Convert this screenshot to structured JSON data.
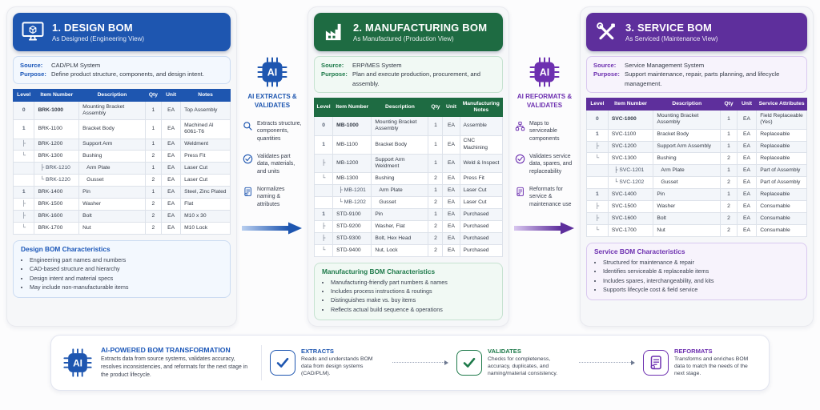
{
  "colors": {
    "design_blue": "#1e56b0",
    "manufacturing_green": "#1e6b42",
    "service_purple": "#5e2f9c",
    "validates_green": "#1e7a4a",
    "reformats_purple": "#6d30b0"
  },
  "panels": [
    {
      "icon": "monitor-cad-icon",
      "title": "1. DESIGN BOM",
      "subtitle": "As Designed (Engineering View)",
      "source_label": "Source:",
      "source": "CAD/PLM System",
      "purpose_label": "Purpose:",
      "purpose": "Define product structure, components, and design intent.",
      "table": {
        "headers": [
          "Level",
          "Item Number",
          "Description",
          "Qty",
          "Unit",
          "Notes"
        ],
        "rows": [
          {
            "cells": [
              "0",
              "BRK-1000",
              "Mounting Bracket Assembly",
              "1",
              "EA",
              "Top Assembly"
            ],
            "bold": true
          },
          {
            "cells": [
              "1",
              "BRK-1100",
              "Bracket Body",
              "1",
              "EA",
              "Machined Al 6061-T6"
            ]
          },
          {
            "cells": [
              "├",
              "BRK-1200",
              "Support Arm",
              "1",
              "EA",
              "Weldment"
            ]
          },
          {
            "cells": [
              "└",
              "BRK-1300",
              "Bushing",
              "2",
              "EA",
              "Press Fit"
            ]
          },
          {
            "cells": [
              "",
              "├ BRK-1210",
              "Arm Plate",
              "1",
              "EA",
              "Laser Cut"
            ],
            "sub": true
          },
          {
            "cells": [
              "",
              "└ BRK-1220",
              "Gusset",
              "2",
              "EA",
              "Laser Cut"
            ],
            "sub": true
          },
          {
            "cells": [
              "1",
              "BRK-1400",
              "Pin",
              "1",
              "EA",
              "Steel, Zinc Plated"
            ]
          },
          {
            "cells": [
              "├",
              "BRK-1500",
              "Washer",
              "2",
              "EA",
              "Flat"
            ]
          },
          {
            "cells": [
              "├",
              "BRK-1600",
              "Bolt",
              "2",
              "EA",
              "M10 x 30"
            ]
          },
          {
            "cells": [
              "└",
              "BRK-1700",
              "Nut",
              "2",
              "EA",
              "M10 Lock"
            ]
          }
        ]
      },
      "characteristics_title": "Design BOM Characteristics",
      "characteristics": [
        "Engineering part names and numbers",
        "CAD-based structure and hierarchy",
        "Design intent and material specs",
        "May include non-manufacturable items"
      ]
    },
    {
      "icon": "factory-icon",
      "title": "2. MANUFACTURING BOM",
      "subtitle": "As Manufactured (Production View)",
      "source_label": "Source:",
      "source": "ERP/MES System",
      "purpose_label": "Purpose:",
      "purpose": "Plan and execute production, procurement, and assembly.",
      "table": {
        "headers": [
          "Level",
          "Item Number",
          "Description",
          "Qty",
          "Unit",
          "Manufacturing Notes"
        ],
        "rows": [
          {
            "cells": [
              "0",
              "MB-1000",
              "Mounting Bracket Assembly",
              "1",
              "EA",
              "Assemble"
            ],
            "bold": true
          },
          {
            "cells": [
              "1",
              "MB-1100",
              "Bracket Body",
              "1",
              "EA",
              "CNC Machining"
            ]
          },
          {
            "cells": [
              "├",
              "MB-1200",
              "Support Arm Weldment",
              "1",
              "EA",
              "Weld & Inspect"
            ]
          },
          {
            "cells": [
              "└",
              "MB-1300",
              "Bushing",
              "2",
              "EA",
              "Press Fit"
            ]
          },
          {
            "cells": [
              "",
              "├ MB-1201",
              "Arm Plate",
              "1",
              "EA",
              "Laser Cut"
            ],
            "sub": true
          },
          {
            "cells": [
              "",
              "└ MB-1202",
              "Gusset",
              "2",
              "EA",
              "Laser Cut"
            ],
            "sub": true
          },
          {
            "cells": [
              "1",
              "STD-9100",
              "Pin",
              "1",
              "EA",
              "Purchased"
            ]
          },
          {
            "cells": [
              "├",
              "STD-9200",
              "Washer, Flat",
              "2",
              "EA",
              "Purchased"
            ]
          },
          {
            "cells": [
              "├",
              "STD-9300",
              "Bolt, Hex Head",
              "2",
              "EA",
              "Purchased"
            ]
          },
          {
            "cells": [
              "└",
              "STD-9400",
              "Nut, Lock",
              "2",
              "EA",
              "Purchased"
            ]
          }
        ]
      },
      "characteristics_title": "Manufacturing BOM Characteristics",
      "characteristics": [
        "Manufacturing-friendly part numbers & names",
        "Includes process instructions & routings",
        "Distinguishes make vs. buy items",
        "Reflects actual build sequence & operations"
      ]
    },
    {
      "icon": "tools-icon",
      "title": "3. SERVICE BOM",
      "subtitle": "As Serviced (Maintenance View)",
      "source_label": "Source:",
      "source": "Service Management System",
      "purpose_label": "Purpose:",
      "purpose": "Support maintenance, repair, parts planning, and lifecycle management.",
      "table": {
        "headers": [
          "Level",
          "Item Number",
          "Description",
          "Qty",
          "Unit",
          "Service Attributes"
        ],
        "rows": [
          {
            "cells": [
              "0",
              "SVC-1000",
              "Mounting Bracket Assembly",
              "1",
              "EA",
              "Field Replaceable (Yes)"
            ],
            "bold": true
          },
          {
            "cells": [
              "1",
              "SVC-1100",
              "Bracket Body",
              "1",
              "EA",
              "Replaceable"
            ]
          },
          {
            "cells": [
              "├",
              "SVC-1200",
              "Support Arm Assembly",
              "1",
              "EA",
              "Replaceable"
            ]
          },
          {
            "cells": [
              "└",
              "SVC-1300",
              "Bushing",
              "2",
              "EA",
              "Replaceable"
            ]
          },
          {
            "cells": [
              "",
              "├ SVC-1201",
              "Arm Plate",
              "1",
              "EA",
              "Part of Assembly"
            ],
            "sub": true
          },
          {
            "cells": [
              "",
              "└ SVC-1202",
              "Gusset",
              "2",
              "EA",
              "Part of Assembly"
            ],
            "sub": true
          },
          {
            "cells": [
              "1",
              "SVC-1400",
              "Pin",
              "1",
              "EA",
              "Replaceable"
            ]
          },
          {
            "cells": [
              "├",
              "SVC-1500",
              "Washer",
              "2",
              "EA",
              "Consumable"
            ]
          },
          {
            "cells": [
              "├",
              "SVC-1600",
              "Bolt",
              "2",
              "EA",
              "Consumable"
            ]
          },
          {
            "cells": [
              "└",
              "SVC-1700",
              "Nut",
              "2",
              "EA",
              "Consumable"
            ]
          }
        ]
      },
      "characteristics_title": "Service BOM Characteristics",
      "characteristics": [
        "Structured for maintenance & repair",
        "Identifies serviceable & replaceable items",
        "Includes spares, interchangeability, and kits",
        "Supports lifecycle cost & field service"
      ]
    }
  ],
  "connectors": [
    {
      "icon": "ai-chip-icon",
      "title": "AI EXTRACTS & VALIDATES",
      "items": [
        {
          "icon": "magnifier-icon",
          "text": "Extracts structure, components, quantities"
        },
        {
          "icon": "check-circle-icon",
          "text": "Validates part data, materials, and units"
        },
        {
          "icon": "document-icon",
          "text": "Normalizes naming & attributes"
        }
      ]
    },
    {
      "icon": "ai-chip-icon",
      "title": "AI REFORMATS & VALIDATES",
      "items": [
        {
          "icon": "hierarchy-icon",
          "text": "Maps to serviceable components"
        },
        {
          "icon": "check-circle-icon",
          "text": "Validates service data, spares, and replaceability"
        },
        {
          "icon": "document-icon",
          "text": "Reformats for service & maintenance use"
        }
      ]
    }
  ],
  "footer": {
    "icon": "ai-chip-icon",
    "title": "AI-POWERED BOM TRANSFORMATION",
    "description": "Extracts data from source systems, validates accuracy, resolves inconsistencies, and reformats for the next stage in the product lifecycle.",
    "steps": [
      {
        "icon": "check-icon",
        "label": "EXTRACTS",
        "text": "Reads and understands BOM data from design systems (CAD/PLM)."
      },
      {
        "icon": "check-icon",
        "label": "VALIDATES",
        "text": "Checks for completeness, accuracy, duplicates, and naming/material consistency."
      },
      {
        "icon": "document-icon",
        "label": "REFORMATS",
        "text": "Transforms and enriches BOM data to match the needs of the next stage."
      }
    ]
  }
}
